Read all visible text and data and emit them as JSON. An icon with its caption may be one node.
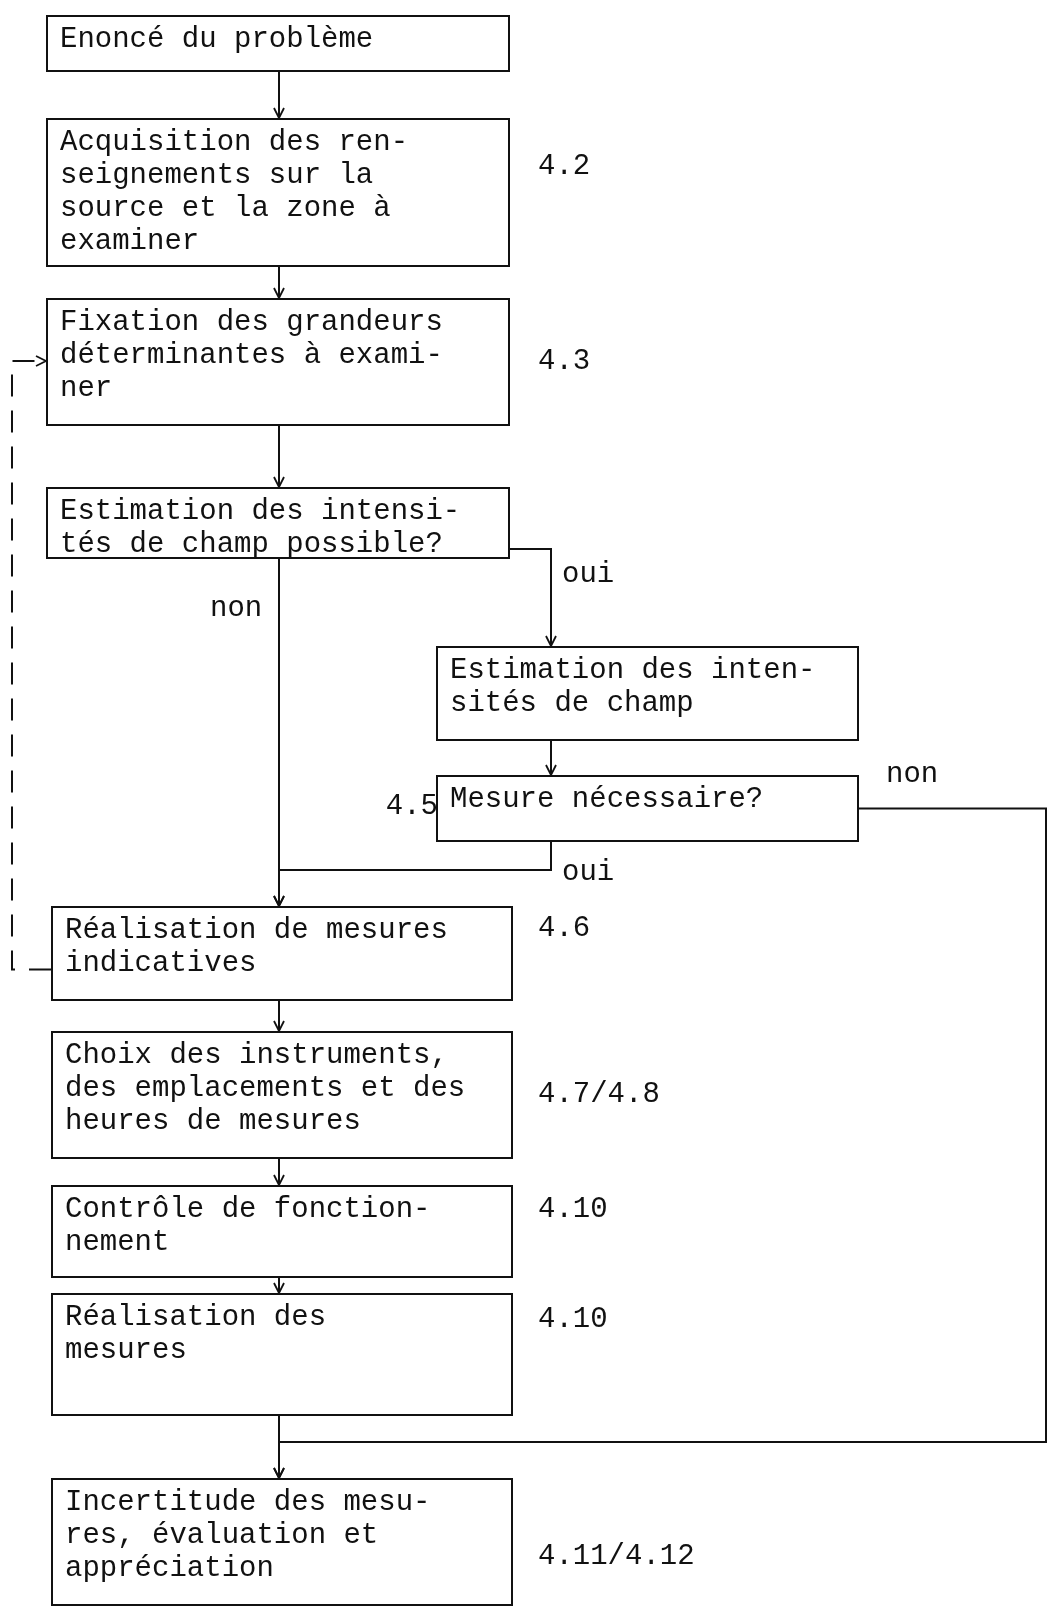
{
  "diagram": {
    "nodes": [
      {
        "text": [
          "Enoncé du problème"
        ]
      },
      {
        "text": [
          "Acquisition des ren- seignements sur la source et la zone à examiner"
        ],
        "beside": [
          "4.2"
        ]
      },
      {
        "text": [
          "Fixation des grandeurs déterminantes à exami- ner"
        ],
        "beside": [
          "4.3"
        ]
      },
      {
        "text": [
          "Estimation des intensi- tés de champ possible?"
        ]
      },
      {
        "text": [
          "Estimation des inten- sités de champ"
        ]
      },
      {
        "text": [
          "Mesure nécessaire?"
        ],
        "beside": [
          "4.5"
        ]
      },
      {
        "text": [
          "Réalisation de mesures indicatives"
        ],
        "beside": [
          "4.6"
        ]
      },
      {
        "text": [
          "Choix des instruments, des emplacements et des heures de mesures"
        ],
        "beside": [
          "4.7/4.8"
        ]
      },
      {
        "text": [
          "Contrôle de fonction- nement"
        ],
        "beside": [
          "4.10"
        ]
      },
      {
        "text": [
          "Réalisation des mesures"
        ],
        "beside": [
          "4.10"
        ]
      },
      {
        "text": [
          "Incertitude des mesu- res, évaluation et appréciation"
        ],
        "beside": [
          "4.11/4.12"
        ]
      }
    ],
    "edges": [
      {
        "from": 0,
        "to": 1,
        "arrow": "to"
      },
      {
        "from": 1,
        "to": 2,
        "arrow": "to"
      },
      {
        "from": 2,
        "to": 3,
        "arrow": "to"
      },
      {
        "from": 3,
        "to": 4,
        "arrow": "to",
        "label": "oui"
      },
      {
        "from": 3,
        "to": 6,
        "arrow": "to",
        "label": "non"
      },
      {
        "from": 4,
        "to": 5,
        "arrow": "to"
      },
      {
        "from": 5,
        "to": 6,
        "arrow": "to",
        "label": "oui"
      },
      {
        "from": 5,
        "to": 10,
        "arrow": "to",
        "label": "non"
      },
      {
        "from": 6,
        "to": 2,
        "arrow": "to",
        "style": "dashed"
      },
      {
        "from": 6,
        "to": 7,
        "arrow": "to"
      },
      {
        "from": 7,
        "to": 8,
        "arrow": "to"
      },
      {
        "from": 8,
        "to": 9,
        "arrow": "to"
      },
      {
        "from": 9,
        "to": 10,
        "arrow": "to"
      }
    ]
  }
}
